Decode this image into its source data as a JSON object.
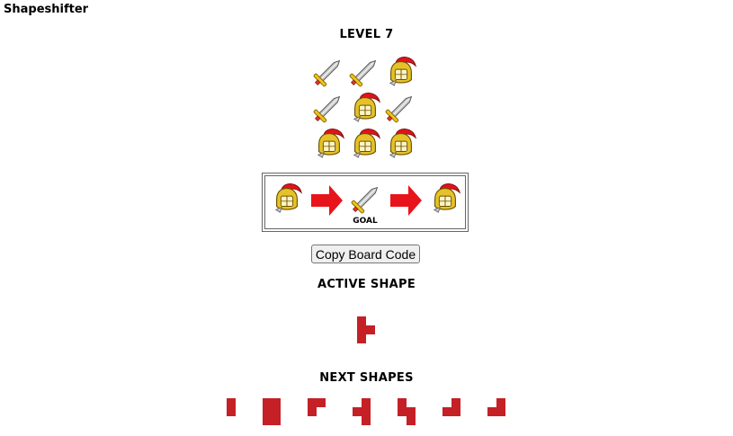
{
  "app_title": "Shapeshifter",
  "level_title": "LEVEL 7",
  "board": {
    "rows": [
      [
        "sword",
        "sword",
        "helmet"
      ],
      [
        "sword",
        "helmet",
        "sword"
      ],
      [
        "helmet",
        "helmet",
        "helmet"
      ]
    ]
  },
  "goal": {
    "sequence": [
      "helmet",
      "sword",
      "helmet"
    ],
    "label": "GOAL"
  },
  "copy_button_label": "Copy Board Code",
  "active_shape": {
    "title": "ACTIVE SHAPE",
    "cells": [
      [
        0,
        0
      ],
      [
        0,
        1
      ],
      [
        1,
        1
      ],
      [
        0,
        2
      ]
    ]
  },
  "next_shapes": {
    "title": "NEXT SHAPES",
    "shapes": [
      [
        [
          0,
          0
        ],
        [
          0,
          1
        ]
      ],
      [
        [
          0,
          0
        ],
        [
          1,
          0
        ],
        [
          0,
          1
        ],
        [
          1,
          1
        ],
        [
          0,
          2
        ],
        [
          1,
          2
        ]
      ],
      [
        [
          0,
          0
        ],
        [
          1,
          0
        ],
        [
          0,
          1
        ]
      ],
      [
        [
          1,
          0
        ],
        [
          0,
          1
        ],
        [
          1,
          1
        ],
        [
          1,
          2
        ]
      ],
      [
        [
          0,
          0
        ],
        [
          0,
          1
        ],
        [
          1,
          1
        ],
        [
          1,
          2
        ]
      ],
      [
        [
          1,
          0
        ],
        [
          0,
          1
        ],
        [
          1,
          1
        ]
      ],
      [
        [
          1,
          0
        ],
        [
          0,
          1
        ],
        [
          1,
          1
        ]
      ]
    ]
  },
  "colors": {
    "shape": "#c42026",
    "arrow": "#e8141b"
  }
}
